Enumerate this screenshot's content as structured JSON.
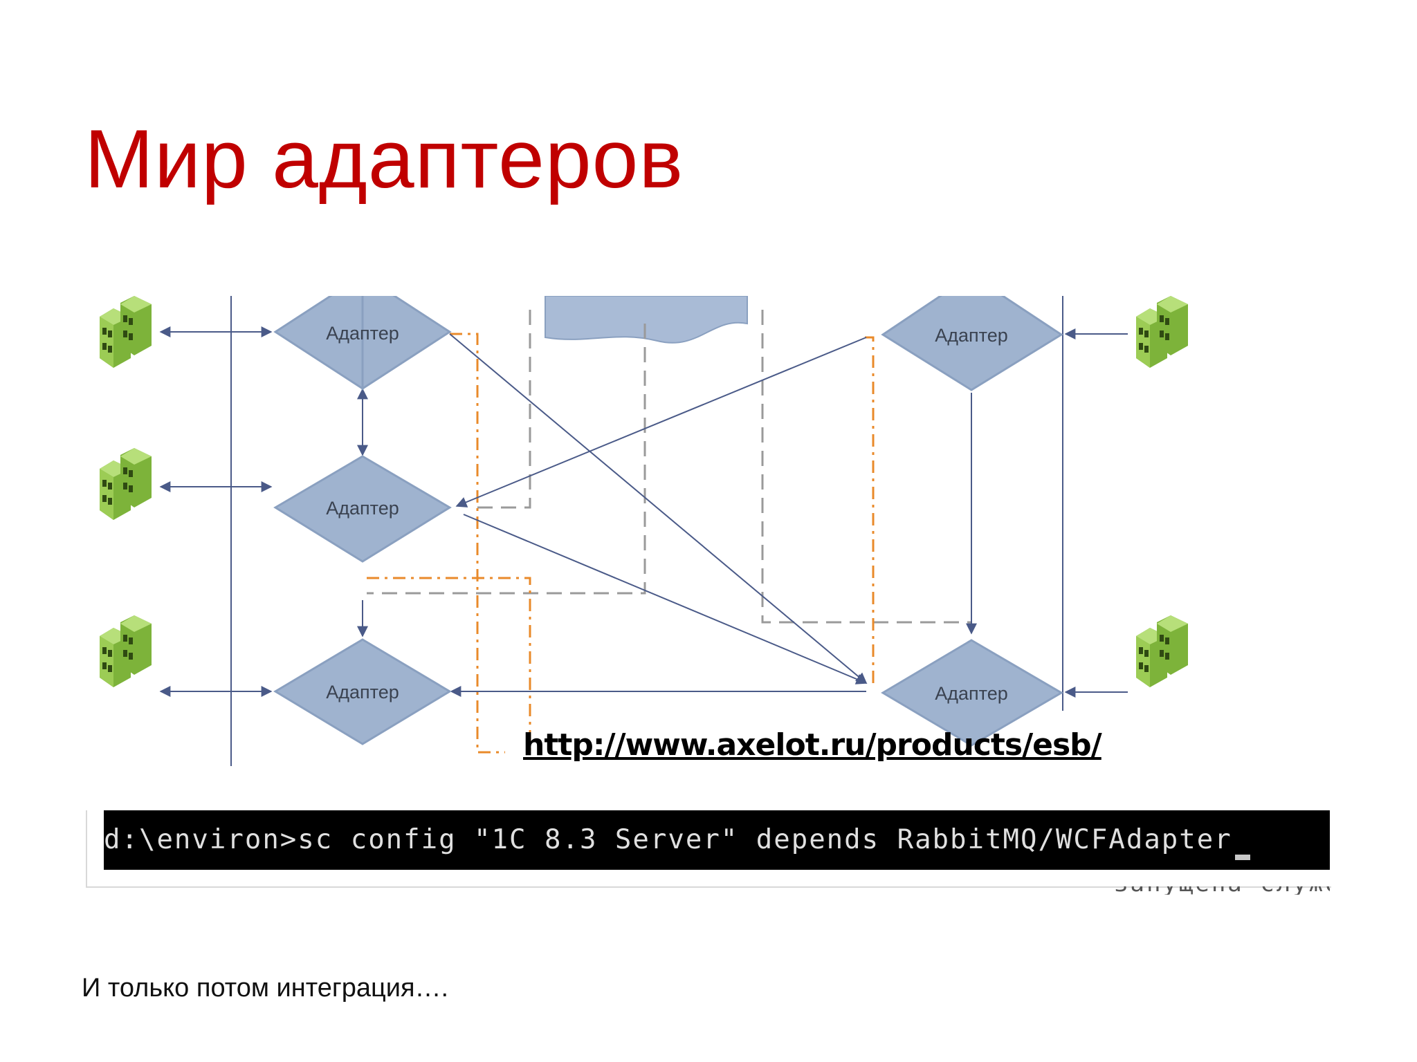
{
  "slide": {
    "title": "Мир адаптеров",
    "footer": "И только потом интеграция…."
  },
  "diagram": {
    "node_label": "Адаптер",
    "nodes": [
      {
        "id": "left-top",
        "label": "Адаптер"
      },
      {
        "id": "left-middle",
        "label": "Адаптер"
      },
      {
        "id": "left-bottom",
        "label": "Адаптер"
      },
      {
        "id": "right-top",
        "label": "Адаптер"
      },
      {
        "id": "right-bottom",
        "label": "Адаптер"
      }
    ],
    "servers": [
      "server-stack-icon",
      "server-stack-icon",
      "server-stack-icon",
      "server-stack-icon",
      "server-stack-icon"
    ],
    "colors": {
      "diamond_fill": "#9fb3cf",
      "diamond_stroke": "#8aa0c0",
      "line": "#4a5a88",
      "dashed": "#9a9a9a",
      "orange": "#e98a2a",
      "server_green": "#8cc63f"
    },
    "source_url": "http://www.axelot.ru/products/esb/"
  },
  "console": {
    "command": "d:\\environ>sc config \"1C 8.3 Server\" depends RabbitMQ/WCFAdapter",
    "cut_text": "запущена служб"
  }
}
